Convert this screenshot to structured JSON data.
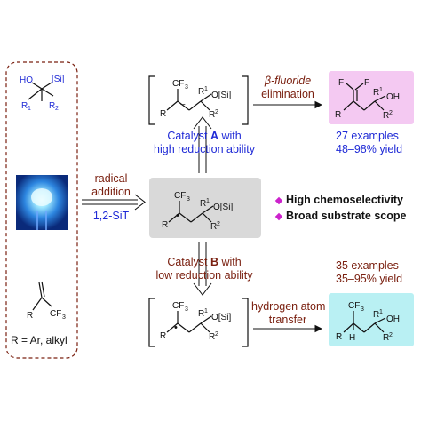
{
  "left_panel": {
    "reagent_labels": {
      "ho": "HO",
      "si": "[Si]",
      "r1": "R",
      "r1_sub": "1",
      "r2": "R",
      "r2_sub": "2"
    },
    "alkene_labels": {
      "cf3": "CF",
      "cf3_sub": "3"
    },
    "r_definition": "R = Ar, alkyl"
  },
  "center": {
    "radical_addition_line1": "radical",
    "radical_addition_line2": "addition",
    "sit_label": "1,2-SiT"
  },
  "top": {
    "beta_fluoride_line1": "β-fluoride",
    "beta_fluoride_line2": "elimination",
    "catalyst_a_line1_pre": "Catalyst ",
    "catalyst_a_letter": "A",
    "catalyst_a_line1_post": " with",
    "catalyst_a_line2": "high reduction ability",
    "examples": "27 examples",
    "yield": "48–98% yield"
  },
  "bottom": {
    "catalyst_b_line1_pre": "Catalyst ",
    "catalyst_b_letter": "B",
    "catalyst_b_line1_post": " with",
    "catalyst_b_line2": "low reduction ability",
    "examples": "35 examples",
    "yield": "35–95% yield",
    "hat_line1": "hydrogen atom",
    "hat_line2": "transfer"
  },
  "features": {
    "chemoselectivity": "High chemoselectivity",
    "substrate_scope": "Broad substrate scope"
  },
  "molecule_labels": {
    "cf3": "CF",
    "sub3": "3",
    "r": "R",
    "r1": "R",
    "r1_sup": "1",
    "r2": "R",
    "r2_sup": "2",
    "osi": "O[Si]",
    "oh": "OH",
    "f": "F",
    "h": "H",
    "radical_dot": "•",
    "anion": "−"
  },
  "colors": {
    "blue": "#1f2ad6",
    "brown": "#7a2010",
    "gray_box": "#d9d9d9",
    "pink_box": "#f4c9f2",
    "cyan_box": "#b9f0f3",
    "diamond": "#cc22cc"
  }
}
